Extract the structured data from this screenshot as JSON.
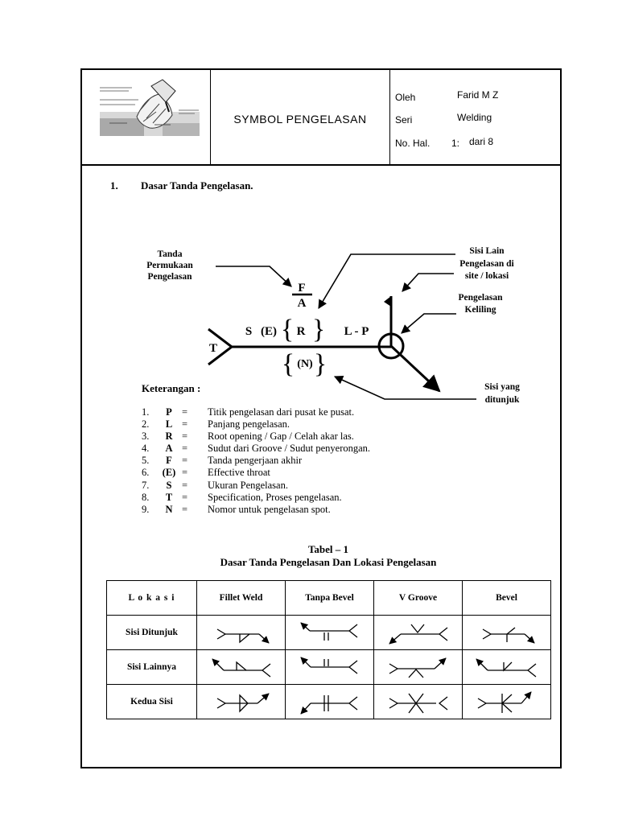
{
  "header": {
    "title": "SYMBOL  PENGELASAN",
    "meta": [
      {
        "label": "Oleh",
        "value": "Farid M Z"
      },
      {
        "label": "Seri",
        "value": "Welding"
      },
      {
        "label": "No. Hal.",
        "value": "1:",
        "extra": "dari  8"
      }
    ]
  },
  "section": {
    "number": "1.",
    "title": "Dasar Tanda Pengelasan."
  },
  "diagram": {
    "callouts": {
      "surface_1": "Tanda",
      "surface_2": "Permukaan",
      "surface_3": "Pengelasan",
      "other_1": "Sisi Lain",
      "other_2": "Pengelasan di",
      "other_3": "site / lokasi",
      "around_1": "Pengelasan",
      "around_2": "Keliling",
      "arrow_1": "Sisi yang",
      "arrow_2": "ditunjuk"
    },
    "symbols": {
      "F": "F",
      "A": "A",
      "S": "S",
      "E": "(E)",
      "R": "R",
      "LP": "L - P",
      "T": "T",
      "N": "(N)",
      "brace_open": "{",
      "brace_close": "}"
    }
  },
  "legend": {
    "heading": "Keterangan :",
    "items": [
      {
        "no": "1.",
        "key": "P",
        "eq": "=",
        "desc": "Titik pengelasan dari pusat ke pusat."
      },
      {
        "no": "2.",
        "key": "L",
        "eq": "=",
        "desc": "Panjang pengelasan."
      },
      {
        "no": "3.",
        "key": "R",
        "eq": "=",
        "desc": "Root opening / Gap / Celah akar las."
      },
      {
        "no": "4.",
        "key": "A",
        "eq": "=",
        "desc": "Sudut dari Groove / Sudut penyerongan."
      },
      {
        "no": "5.",
        "key": "F",
        "eq": "=",
        "desc": "Tanda pengerjaan akhir"
      },
      {
        "no": "6.",
        "key": "(E)",
        "eq": "=",
        "desc": "Effective throat"
      },
      {
        "no": "7.",
        "key": "S",
        "eq": "=",
        "desc": "Ukuran Pengelasan."
      },
      {
        "no": "8.",
        "key": "T",
        "eq": "=",
        "desc": "Specification, Proses pengelasan."
      },
      {
        "no": "9.",
        "key": "N",
        "eq": "=",
        "desc": "Nomor untuk pengelasan spot."
      }
    ]
  },
  "table": {
    "caption_1": "Tabel – 1",
    "caption_2": "Dasar Tanda Pengelasan Dan Lokasi Pengelasan",
    "headers": [
      "L o k a s i",
      "Fillet Weld",
      "Tanpa Bevel",
      "V   Groove",
      "Bevel"
    ],
    "rows": [
      "Sisi Ditunjuk",
      "Sisi  Lainnya",
      "Kedua Sisi"
    ]
  }
}
